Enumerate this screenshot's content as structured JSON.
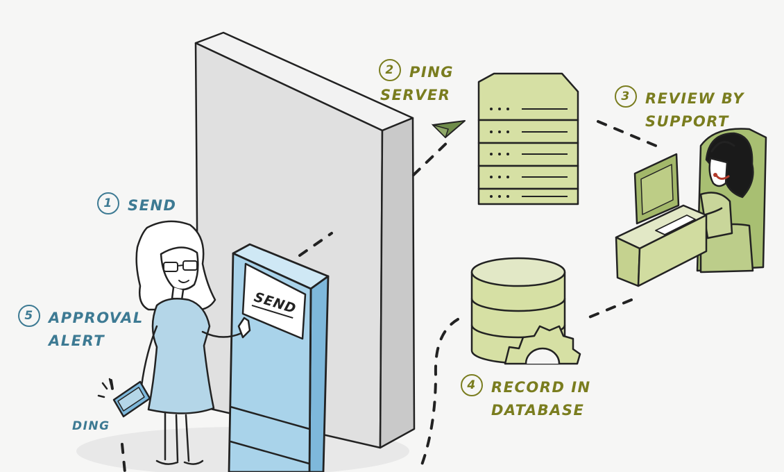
{
  "steps": [
    {
      "num": "1",
      "lines": [
        "SEND"
      ]
    },
    {
      "num": "2",
      "lines": [
        "PING",
        "SERVER"
      ]
    },
    {
      "num": "3",
      "lines": [
        "REVIEW BY",
        "SUPPORT"
      ]
    },
    {
      "num": "4",
      "lines": [
        "RECORD IN",
        "DATABASE"
      ]
    },
    {
      "num": "5",
      "lines": [
        "APPROVAL",
        "ALERT"
      ]
    }
  ],
  "kiosk_button": "SEND",
  "phone_sound": "DING",
  "colors": {
    "blue_accent": "#3d7a93",
    "olive_accent": "#7a7d1f",
    "server_green": "#d6e0a4",
    "kiosk_blue": "#a9d3ea",
    "wall_gray": "#e0e0e0"
  }
}
